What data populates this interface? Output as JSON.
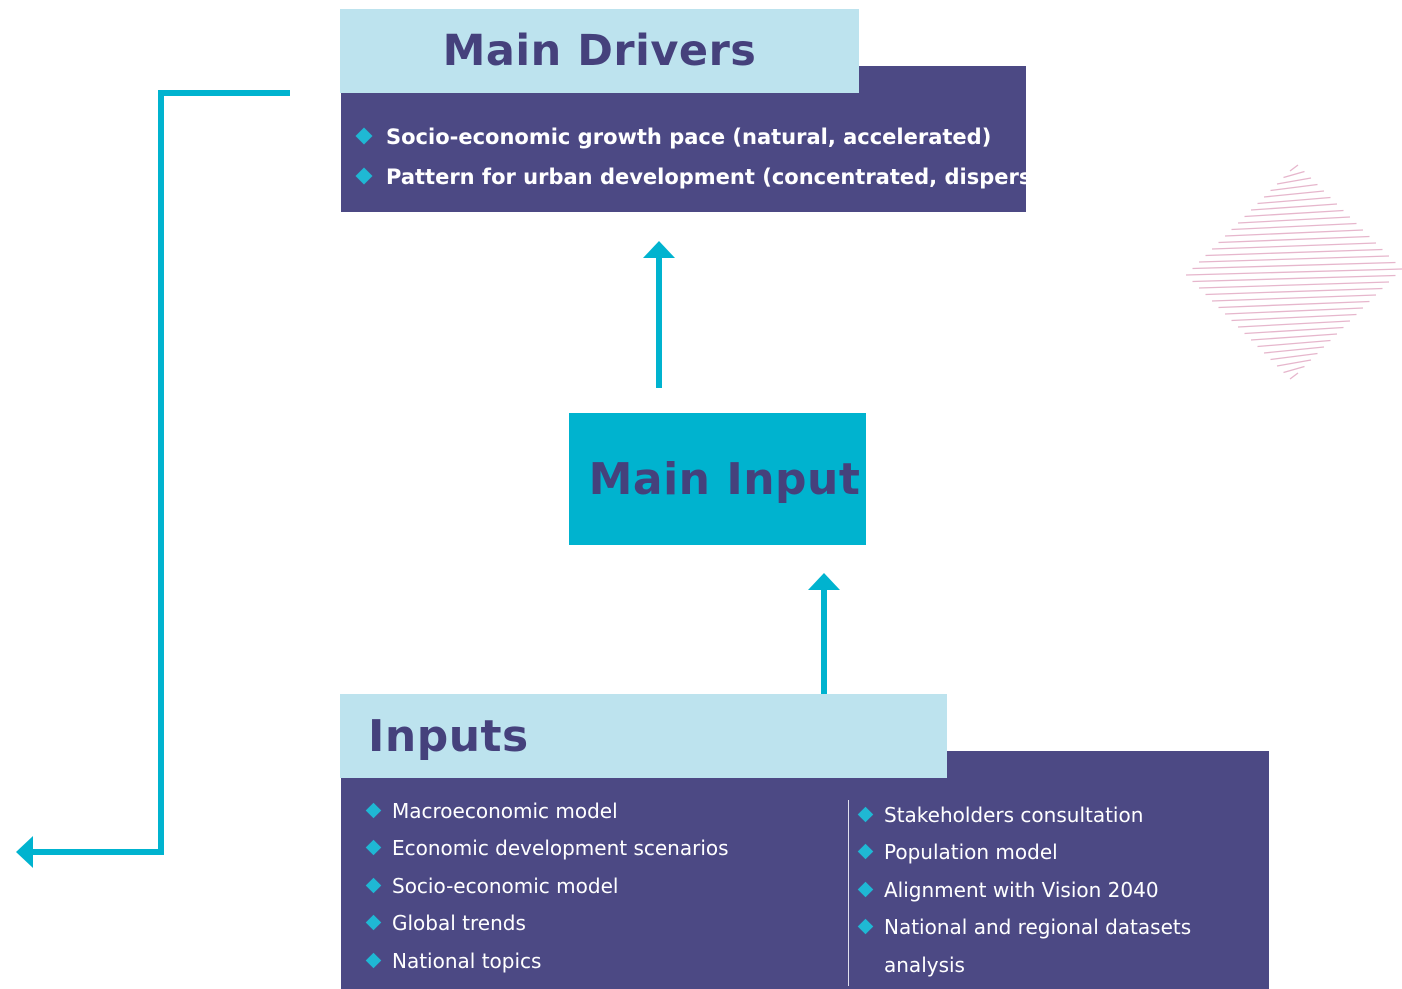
{
  "colors": {
    "header_bg": "#bde3ee",
    "panel_bg": "#4c4984",
    "accent": "#00b3cf",
    "arrow": "#00b3cf",
    "title_text": "#45417c",
    "decor_stripes": "#e6b6cc"
  },
  "main_drivers": {
    "title": "Main Drivers",
    "items": [
      "Socio-economic growth pace (natural, accelerated)",
      "Pattern for urban development (concentrated, dispersed)"
    ]
  },
  "main_input": {
    "title": "Main Input"
  },
  "inputs": {
    "title": "Inputs",
    "left_items": [
      "Macroeconomic model",
      "Economic development scenarios",
      "Socio-economic model",
      "Global trends",
      "National topics"
    ],
    "right_items": [
      "Stakeholders consultation",
      "Population model",
      "Alignment with Vision 2040",
      "National and regional datasets",
      "analysis"
    ]
  },
  "icons": {
    "bullet": "diamond-bullet-icon",
    "arrows": [
      "arrow-up-icon",
      "arrow-left-icon"
    ],
    "decoration": "striped-diamond-icon"
  }
}
